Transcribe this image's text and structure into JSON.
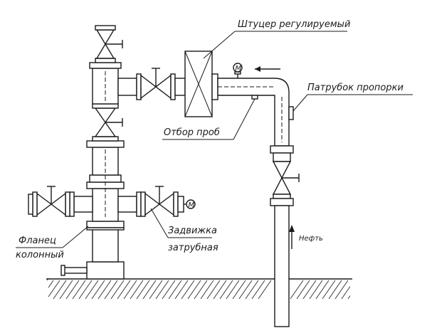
{
  "diagram": {
    "labels": {
      "choke": "Штуцер регулируемый",
      "sampling": "Отбор проб",
      "strut_pipe": "Патрубок пропорки",
      "flange_line1": "Фланец",
      "flange_line2": "колонный",
      "gate_valve_line1": "Задвижка",
      "gate_valve_line2": "затрубная",
      "oil": "Нефть",
      "gauge_letter": "M"
    }
  }
}
